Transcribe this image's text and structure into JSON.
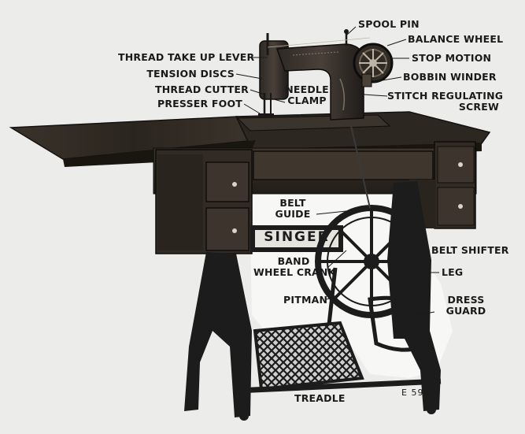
{
  "labels": {
    "spool_pin": "SPOOL PIN",
    "balance_wheel": "BALANCE WHEEL",
    "thread_take_up_lever": "THREAD TAKE UP LEVER",
    "stop_motion": "STOP MOTION",
    "tension_discs": "TENSION DISCS",
    "bobbin_winder": "BOBBIN WINDER",
    "thread_cutter": "THREAD CUTTER",
    "needle_clamp": "NEEDLE\nCLAMP",
    "stitch_regulating_screw": "STITCH REGULATING\nSCREW",
    "presser_foot": "PRESSER FOOT",
    "belt_guide": "BELT\nGUIDE",
    "belt_shifter": "BELT SHIFTER",
    "band_wheel_crank": "BAND\nWHEEL CRANK",
    "leg": "LEG",
    "pitman": "PITMAN",
    "dress_guard": "DRESS\nGUARD",
    "treadle": "TREADLE",
    "figure_number": "E 590"
  },
  "brand_text": "SINGER",
  "colors": {
    "background": "#ececea",
    "wood_dark": "#2a2520",
    "wood_mid": "#4a4238",
    "iron": "#1c1c1c",
    "label": "#1a1a1a"
  }
}
